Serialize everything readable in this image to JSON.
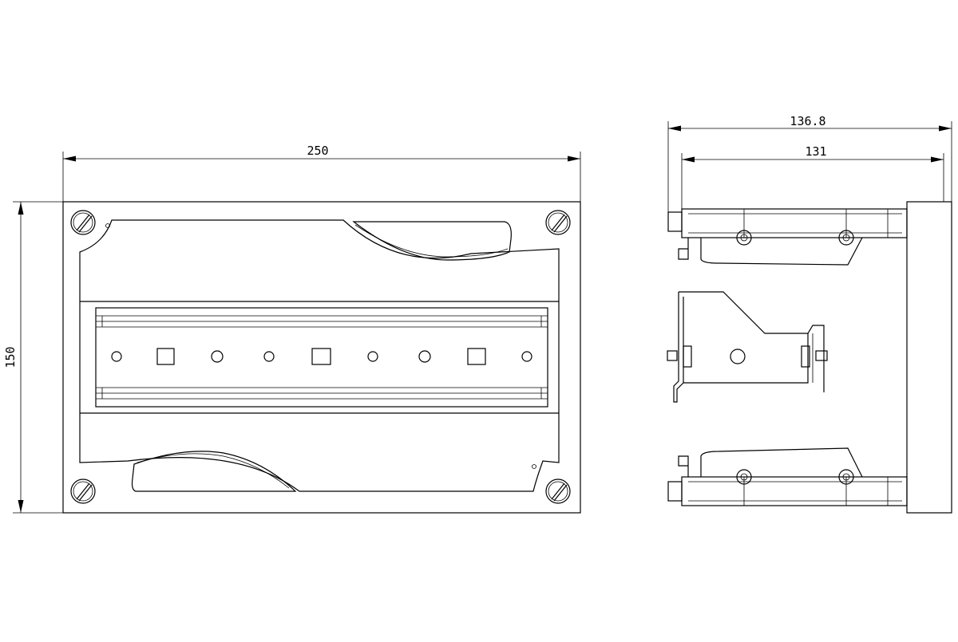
{
  "dimensions": {
    "front_width": "250",
    "front_height": "150",
    "side_overall_depth": "136.8",
    "side_body_depth": "131"
  }
}
